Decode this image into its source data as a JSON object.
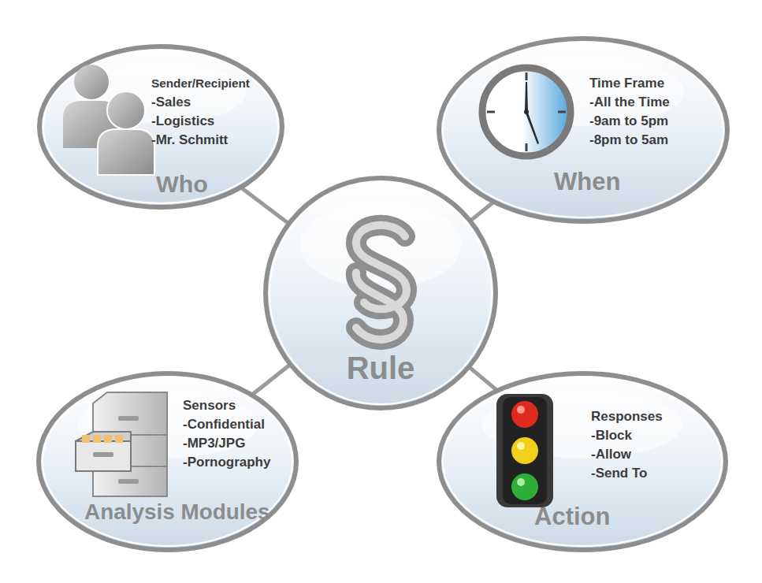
{
  "diagram": {
    "nodes": [
      {
        "text": [
          "Sender/Recipient",
          "-Sales",
          "-Logistics",
          "-Mr. Schmitt",
          "Who"
        ]
      },
      {
        "text": [
          "Time Frame",
          "-All the Time",
          "-9am to 5pm",
          "-8pm to 5am",
          "When"
        ]
      },
      {
        "text": [
          "Rule"
        ]
      },
      {
        "text": [
          "Sensors",
          "-Confidential",
          "-MP3/JPG",
          "-Pornography",
          "Analysis Modules"
        ]
      },
      {
        "text": [
          "Responses",
          "-Block",
          "-Allow",
          "-Send To",
          "Action"
        ]
      }
    ],
    "edges": [
      {
        "from": 2,
        "to": 0,
        "arrow": "none"
      },
      {
        "from": 2,
        "to": 1,
        "arrow": "none"
      },
      {
        "from": 2,
        "to": 3,
        "arrow": "none"
      },
      {
        "from": 2,
        "to": 4,
        "arrow": "none"
      }
    ]
  }
}
